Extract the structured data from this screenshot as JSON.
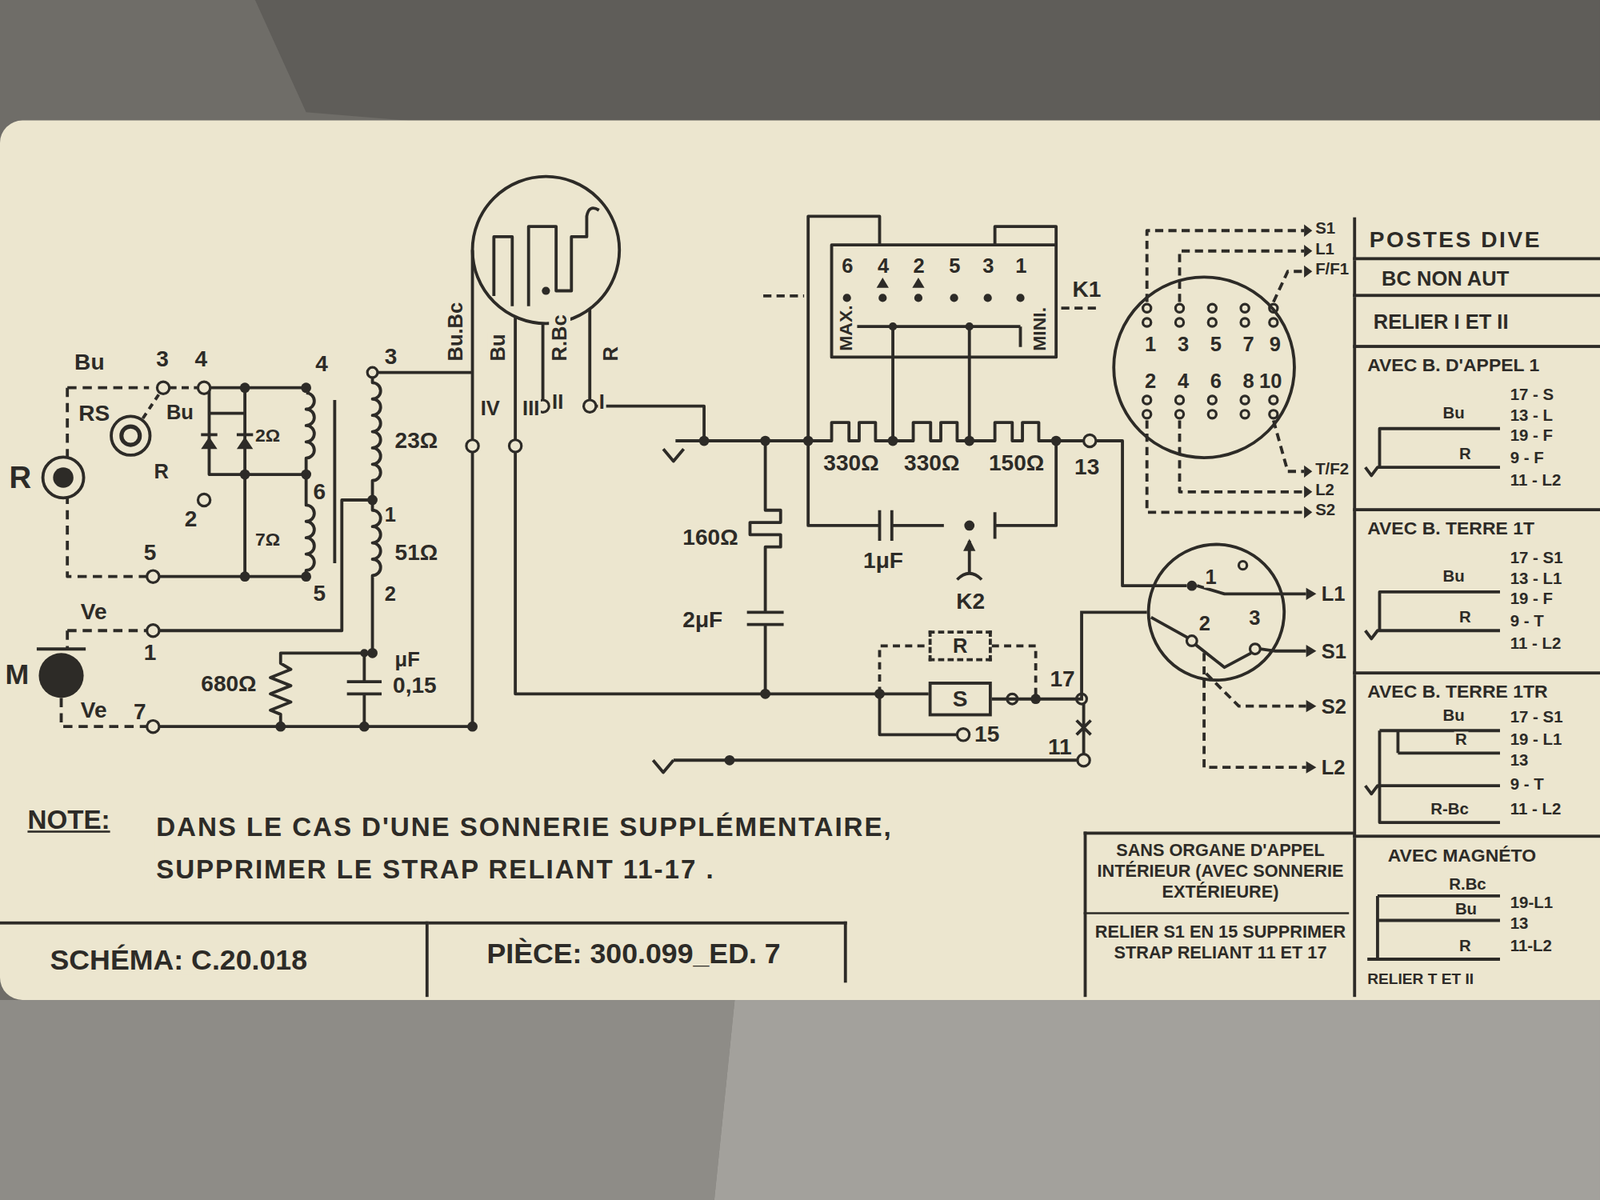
{
  "diagram": {
    "nodes": [
      {
        "text": [
          "1",
          "3",
          "5",
          "7",
          "9",
          "2",
          "4",
          "6",
          "8",
          "10"
        ]
      },
      {
        "text": [
          "1",
          "2",
          "3"
        ]
      },
      {
        "text": [
          "S"
        ]
      },
      {
        "text": [
          "R"
        ]
      },
      {
        "text": [
          "SCHÉMA: C.20.018"
        ]
      },
      {
        "text": [
          "PIÈCE: 300.099_ED. 7"
        ]
      },
      {
        "text": [
          "SANS ORGANE D'APPEL INTÉRIEUR (AVEC SONNERIE EXTÉRIEURE)",
          "RELIER S1 EN 15 SUPPRIMER STRAP RELIANT 11 ET 17"
        ]
      },
      {
        "text": [
          "POSTES DIVE"
        ]
      },
      {
        "text": [
          "BC NON AUT"
        ]
      },
      {
        "text": [
          "RELIER I ET II"
        ]
      },
      {
        "text": [
          "AVEC B. D'APPEL 1",
          "Bu",
          "17 - S",
          "13 - L",
          "19 - F",
          "R",
          "9 - F",
          "11 - L2"
        ]
      },
      {
        "text": [
          "AVEC B. TERRE 1T",
          "17 - S1",
          "Bu",
          "13 - L1",
          "19 - F",
          "R",
          "9 - T",
          "11 - L2"
        ]
      },
      {
        "text": [
          "AVEC B. TERRE 1TR",
          "Bu",
          "17 - S1",
          "R",
          "19 - L1",
          "13",
          "9 - T",
          "R-Bc",
          "11 - L2"
        ]
      },
      {
        "text": [
          "AVEC MAGNÉTO",
          "R.Bc",
          "Bu",
          "19-L1",
          "13",
          "R",
          "11-L2",
          "RELIER T ET II"
        ]
      }
    ],
    "edges": [
      {
        "from": 2,
        "to": 1,
        "arrow": "none"
      }
    ],
    "labels": [
      "Bu",
      "3",
      "4",
      "4",
      "RS",
      "Bu",
      "R",
      "R",
      "2",
      "2Ω",
      "6",
      "7Ω",
      "5",
      "5",
      "Ve",
      "1",
      "M",
      "Ve",
      "7",
      "680Ω",
      "μF",
      "0,15",
      "3",
      "23Ω",
      "1",
      "51Ω",
      "2",
      "Bu.Bc",
      "Bu",
      "R.Bc",
      "R",
      "IV",
      "III",
      "II",
      "I",
      "160Ω",
      "2μF",
      "330Ω",
      "330Ω",
      "150Ω",
      "1μF",
      "K2",
      "6",
      "4",
      "2",
      "5",
      "3",
      "1",
      "MAX.",
      "MINI.",
      "K1",
      "13",
      "17",
      "15",
      "11",
      "S1",
      "L1",
      "F/F1",
      "T/F2",
      "L2",
      "S2",
      "L1",
      "S1",
      "S2",
      "L2",
      "NOTE:",
      "DANS LE CAS D'UNE SONNERIE SUPPLÉMENTAIRE, SUPPRIMER LE STRAP RELIANT 11-17 ."
    ]
  }
}
